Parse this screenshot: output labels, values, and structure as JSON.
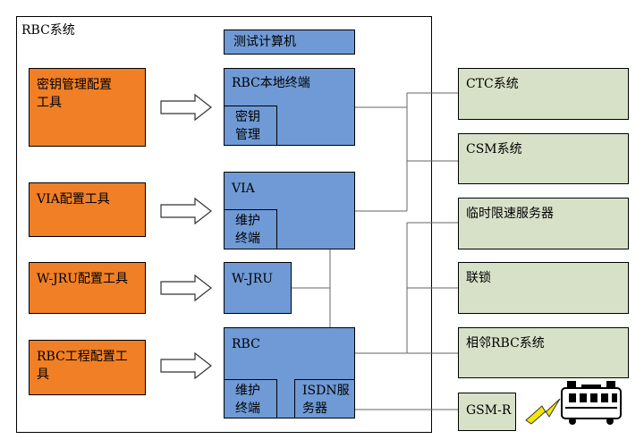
{
  "system": {
    "label": "RBC系统",
    "test_computer": "测试计算机"
  },
  "tools": {
    "key_mgmt": "密钥管理配置\n工具",
    "via": "VIA配置工具",
    "wjru": "W-JRU配置工具",
    "rbc_eng": "RBC工程配置工\n具"
  },
  "blocks": {
    "rbc_local": "RBC本地终端",
    "key_sub": "密钥\n管理",
    "via": "VIA",
    "via_sub": "维护\n终端",
    "wjru": "W-JRU",
    "rbc": "RBC",
    "rbc_sub": "维护\n终端",
    "isdn": "ISDN服\n务器"
  },
  "external": {
    "ctc": "CTC系统",
    "csm": "CSM系统",
    "tsr": "临时限速服务器",
    "interlock": "联锁",
    "adjacent_rbc": "相邻RBC系统",
    "gsmr": "GSM-R"
  },
  "colors": {
    "tool_fill": "#f07f26",
    "block_fill": "#6f9ad6",
    "external_fill": "#d7e1c8",
    "lightning": "#f5e600"
  },
  "icons": {
    "train": "train-icon",
    "lightning": "lightning-icon",
    "arrow": "block-arrow-icon"
  }
}
